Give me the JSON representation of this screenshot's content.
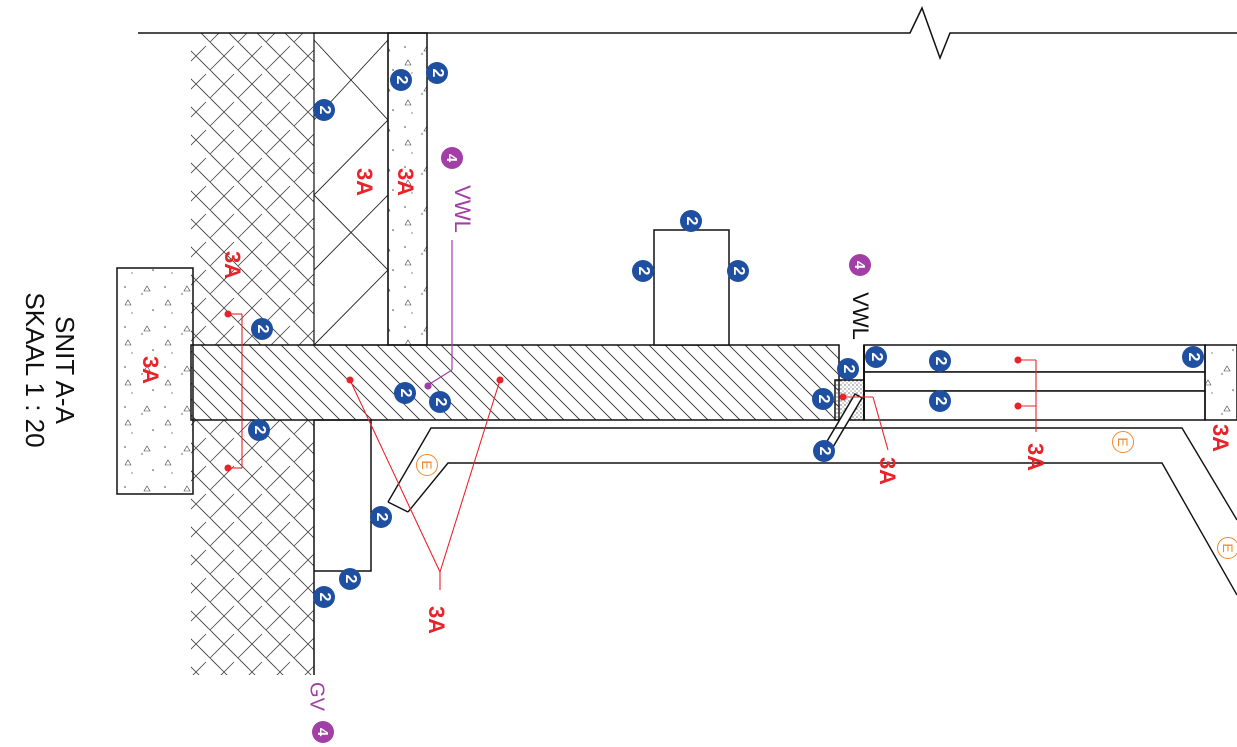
{
  "title": {
    "section": "SNIT A-A",
    "scale": "SKAAL 1 : 20"
  },
  "labels": {
    "vwl_upper": "VWL",
    "vwl_mid": "VWL",
    "gv": "GV"
  },
  "tags": {
    "blue_number": "2",
    "purple_number": "4",
    "red_code": "3A",
    "orange_letter": "E"
  },
  "colors": {
    "blue_tag": "#1f4fa0",
    "purple_tag": "#a23fa6",
    "red_tag": "#e8232a",
    "orange_tag": "#f08a2c",
    "line": "#111111"
  }
}
